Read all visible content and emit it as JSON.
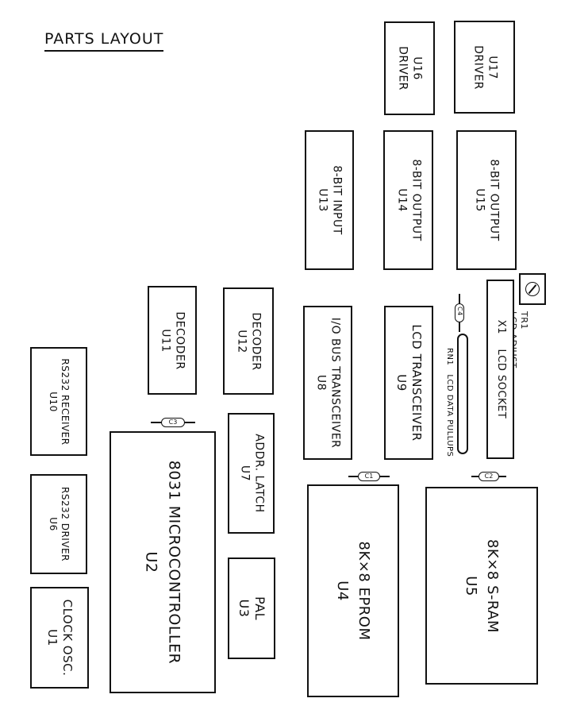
{
  "title": "PARTS  LAYOUT",
  "components": {
    "u17": {
      "ref": "U17",
      "name": "DRIVER"
    },
    "u16": {
      "ref": "U16",
      "name": "DRIVER"
    },
    "u15": {
      "ref": "U15",
      "name": "8-BIT OUTPUT"
    },
    "u14": {
      "ref": "U14",
      "name": "8-BIT OUTPUT"
    },
    "u13": {
      "ref": "U13",
      "name": "8-BIT INPUT"
    },
    "u12": {
      "ref": "U12",
      "name": "DECODER"
    },
    "u11": {
      "ref": "U11",
      "name": "DECODER"
    },
    "u10": {
      "ref": "U10",
      "name": "RS232 RECEIVER"
    },
    "u9": {
      "ref": "U9",
      "name": "LCD TRANSCEIVER"
    },
    "u8": {
      "ref": "U8",
      "name": "I/O BUS TRANSCEIVER"
    },
    "u7": {
      "ref": "U7",
      "name": "ADDR. LATCH"
    },
    "u6": {
      "ref": "U6",
      "name": "RS232 DRIVER"
    },
    "u5": {
      "ref": "U5",
      "name": "8K×8 S-RAM"
    },
    "u4": {
      "ref": "U4",
      "name": "8K×8 EPROM"
    },
    "u3": {
      "ref": "U3",
      "name": "PAL"
    },
    "u2": {
      "ref": "U2",
      "name": "8031 MICROCONTROLLER"
    },
    "u1": {
      "ref": "U1",
      "name": "CLOCK OSC."
    },
    "x1": {
      "ref": "X1",
      "name": "LCD SOCKET"
    },
    "tr1": {
      "ref": "TR1",
      "name": "LCD ADJUST"
    },
    "rn1": {
      "ref": "RN1",
      "name": "LCD DATA PULLUPS"
    }
  },
  "capacitors": {
    "c1": "C1",
    "c2": "C2",
    "c3": "C3",
    "c4": "C4"
  }
}
